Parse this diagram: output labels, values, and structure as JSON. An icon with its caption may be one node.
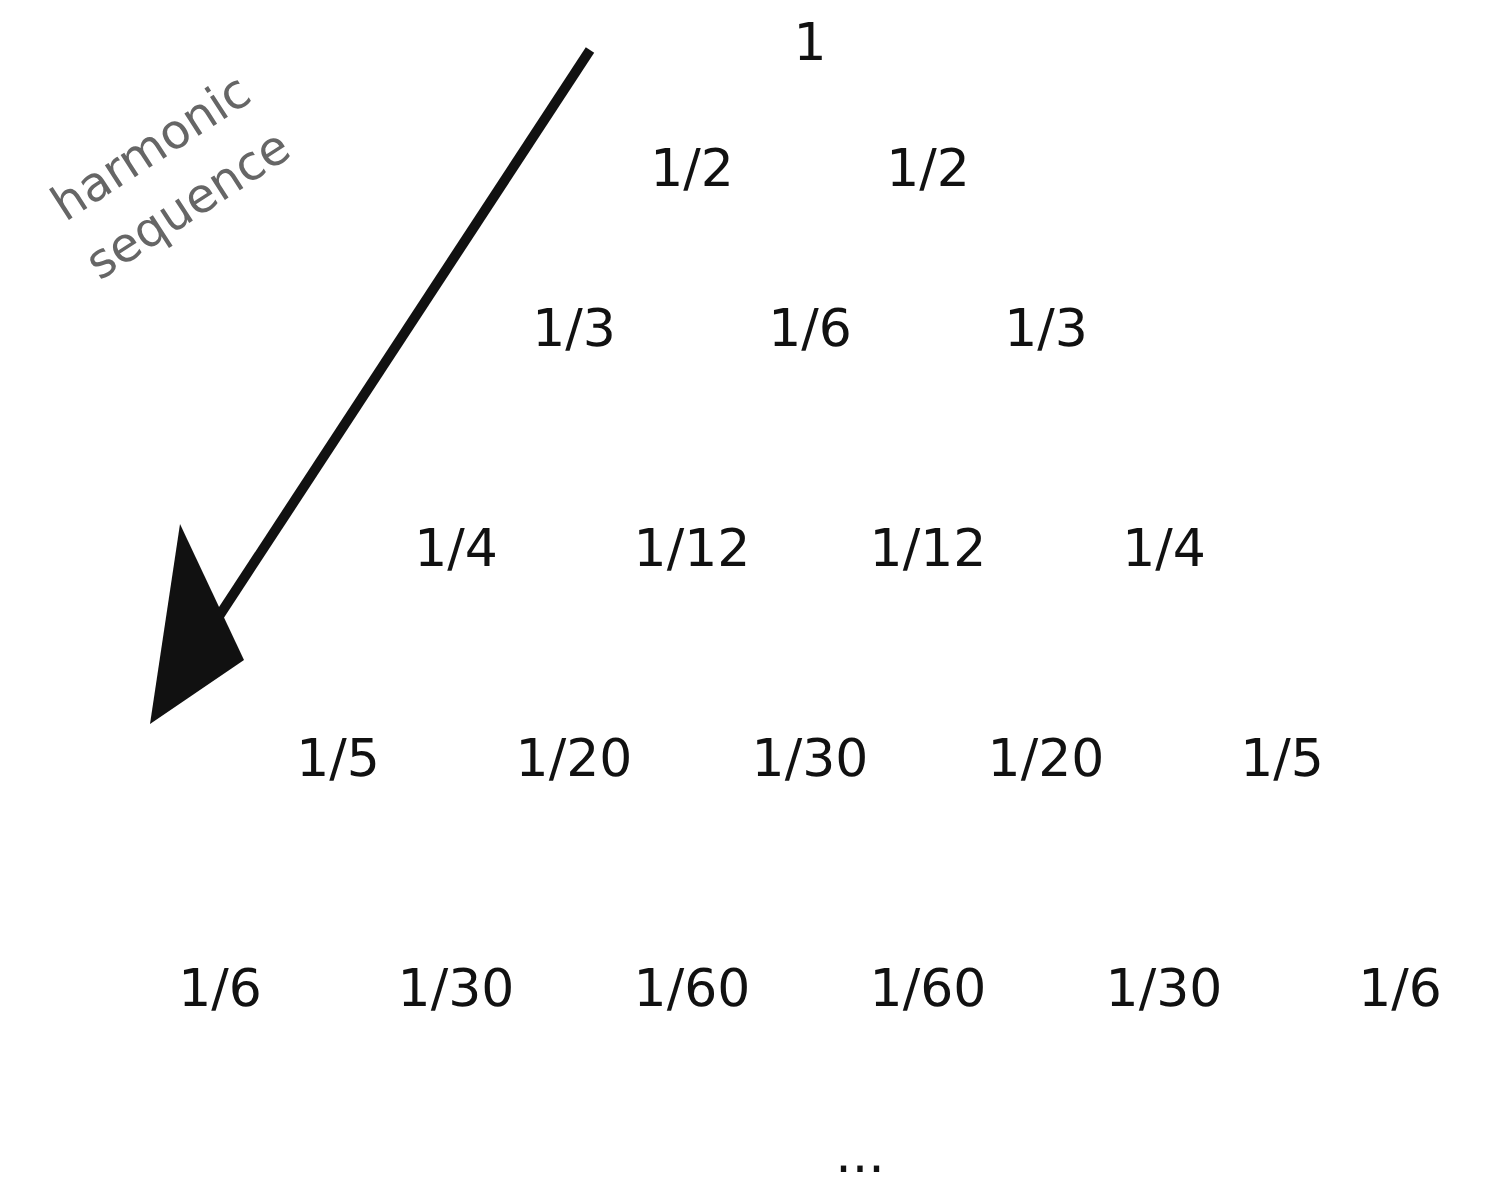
{
  "diagram": {
    "labels": [
      "harmonic sequence",
      "1",
      "1/2",
      "1/2",
      "1/3",
      "1/6",
      "1/3",
      "1/4",
      "1/12",
      "1/12",
      "1/4",
      "1/5",
      "1/20",
      "1/30",
      "1/20",
      "1/5",
      "1/6",
      "1/30",
      "1/60",
      "1/60",
      "1/30",
      "1/6",
      "..."
    ]
  }
}
